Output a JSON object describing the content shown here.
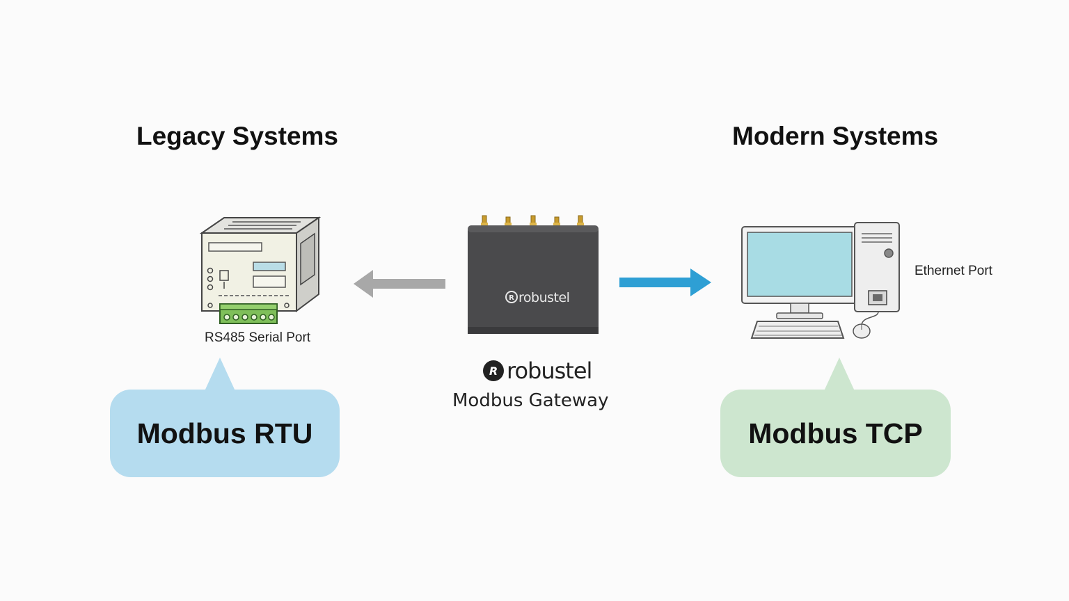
{
  "left": {
    "heading": "Legacy Systems",
    "device_label": "RS485 Serial Port",
    "protocol": "Modbus RTU",
    "bubble_color": "#b5dcef"
  },
  "center": {
    "device_brand": "robustel",
    "brand": "robustel",
    "caption": "Modbus Gateway"
  },
  "right": {
    "heading": "Modern Systems",
    "port_label": "Ethernet Port",
    "protocol": "Modbus TCP",
    "bubble_color": "#cde6cf"
  },
  "colors": {
    "arrow_left": "#a8a8a8",
    "arrow_right": "#2e9fd4",
    "router_body": "#4a4a4c",
    "monitor_screen": "#a8dce4",
    "terminal_block": "#7fbf5a"
  },
  "icons": {
    "rtu_device": "industrial-rtu-icon",
    "gateway": "router-icon",
    "computer": "desktop-computer-icon"
  }
}
